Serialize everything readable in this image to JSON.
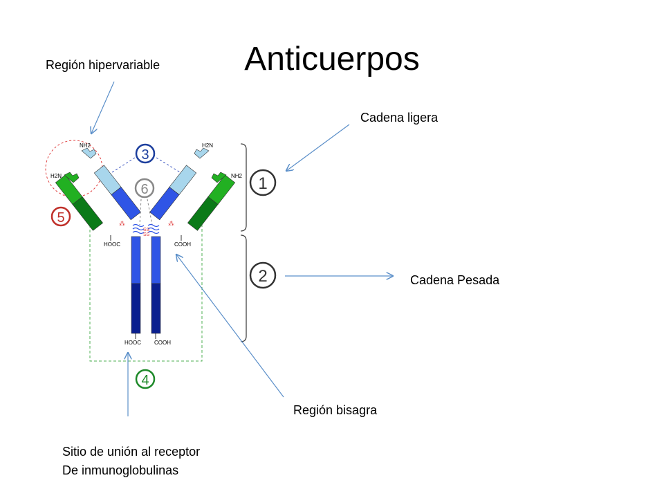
{
  "slide": {
    "title": "Anticuerpos",
    "labels": {
      "hypervariable": "Región hipervariable",
      "light_chain": "Cadena ligera",
      "heavy_chain": "Cadena Pesada",
      "hinge": "Región bisagra",
      "receptor_line1": "Sitio de unión al receptor",
      "receptor_line2": "De inmunoglobulinas"
    }
  },
  "diagram": {
    "numbers": {
      "n1": "1",
      "n2": "2",
      "n3": "3",
      "n4": "4",
      "n5": "5",
      "n6": "6"
    },
    "terminals": {
      "nh2_heavy_left": "NH2",
      "h2n_heavy_right": "H2N",
      "h2n_light_left": "H2N",
      "nh2_light_right": "NH2",
      "hooc_light_left": "HOOC",
      "cooh_light_right": "COOH",
      "hooc_heavy_bottom": "HOOC",
      "cooh_heavy_bottom": "COOH"
    },
    "colors": {
      "light_chain_green": "#22b022",
      "light_chain_dark_green": "#0b7a18",
      "heavy_variable_light_blue": "#a8d6ec",
      "heavy_blue": "#2f55e6",
      "heavy_dark_blue": "#0a1f8f",
      "number_blue": "#1d3f9e",
      "number_green": "#1f8a2a",
      "number_red": "#c0302a",
      "number_gray": "#888888",
      "arrow": "#5b8fc9",
      "dashed_red": "#e04040",
      "dashed_green": "#4caf50"
    }
  }
}
